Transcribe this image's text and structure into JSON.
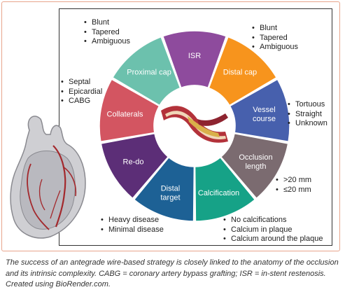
{
  "segments": [
    {
      "label": "Proximal cap",
      "color": "#6cc1ad"
    },
    {
      "label": "ISR",
      "color": "#8e4b9d"
    },
    {
      "label": "Distal cap",
      "color": "#f7941d"
    },
    {
      "label": "Vessel course",
      "color": "#4760ad"
    },
    {
      "label": "Occlusion length",
      "color": "#7b6b70"
    },
    {
      "label": "Calcification",
      "color": "#16a287"
    },
    {
      "label": "Distal target",
      "color": "#1d6195"
    },
    {
      "label": "Re-do",
      "color": "#5c2e77"
    },
    {
      "label": "Collaterals",
      "color": "#d35561"
    }
  ],
  "lists": {
    "proximal_cap": [
      "Blunt",
      "Tapered",
      "Ambiguous"
    ],
    "distal_cap": [
      "Blunt",
      "Tapered",
      "Ambiguous"
    ],
    "collaterals": [
      "Septal",
      "Epicardial",
      "CABG"
    ],
    "vessel_course": [
      "Tortuous",
      "Straight",
      "Unknown"
    ],
    "occlusion_length": [
      ">20 mm",
      "≤20 mm"
    ],
    "distal_target": [
      "Heavy disease",
      "Minimal disease"
    ],
    "calcification": [
      "No calcifications",
      "Calcium in plaque",
      "Calcium around the plaque"
    ]
  },
  "caption": "The success of an antegrade wire-based strategy is closely linked to the anatomy of the occlusion and its intrinsic complexity. CABG = coronary artery bypass grafting; ISR = in-stent restenosis. Created using BioRender.com."
}
